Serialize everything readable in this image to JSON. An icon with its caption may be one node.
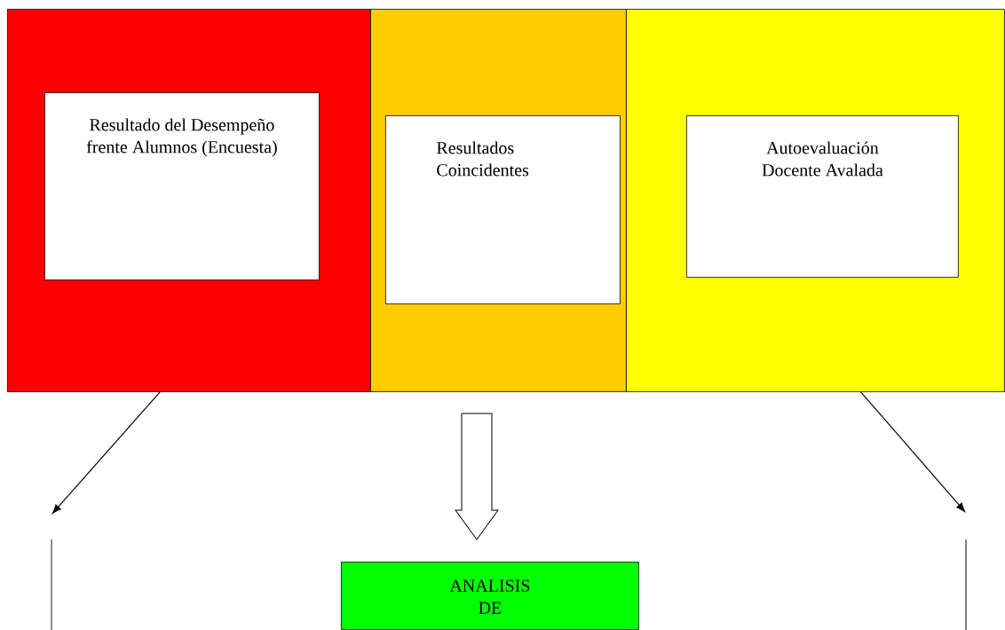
{
  "diagram": {
    "nodes": [
      {
        "text": [],
        "shape": "box"
      },
      {
        "text": [
          "Resultado del Desempeño frente Alumnos (Encuesta)"
        ],
        "in": 0
      },
      {
        "text": [],
        "shape": "box"
      },
      {
        "text": [
          "Resultados Coincidentes"
        ],
        "in": 2
      },
      {
        "text": [],
        "shape": "box"
      },
      {
        "text": [
          "Autoevaluación Docente Avalada"
        ],
        "in": 4
      },
      {
        "text": [
          "ANALISIS DE"
        ]
      }
    ],
    "edges": [
      {
        "from": 0,
        "to": null,
        "arrow": "to"
      },
      {
        "from": 2,
        "to": 6,
        "arrow": "to"
      },
      {
        "from": 4,
        "to": null,
        "arrow": "to"
      }
    ]
  }
}
